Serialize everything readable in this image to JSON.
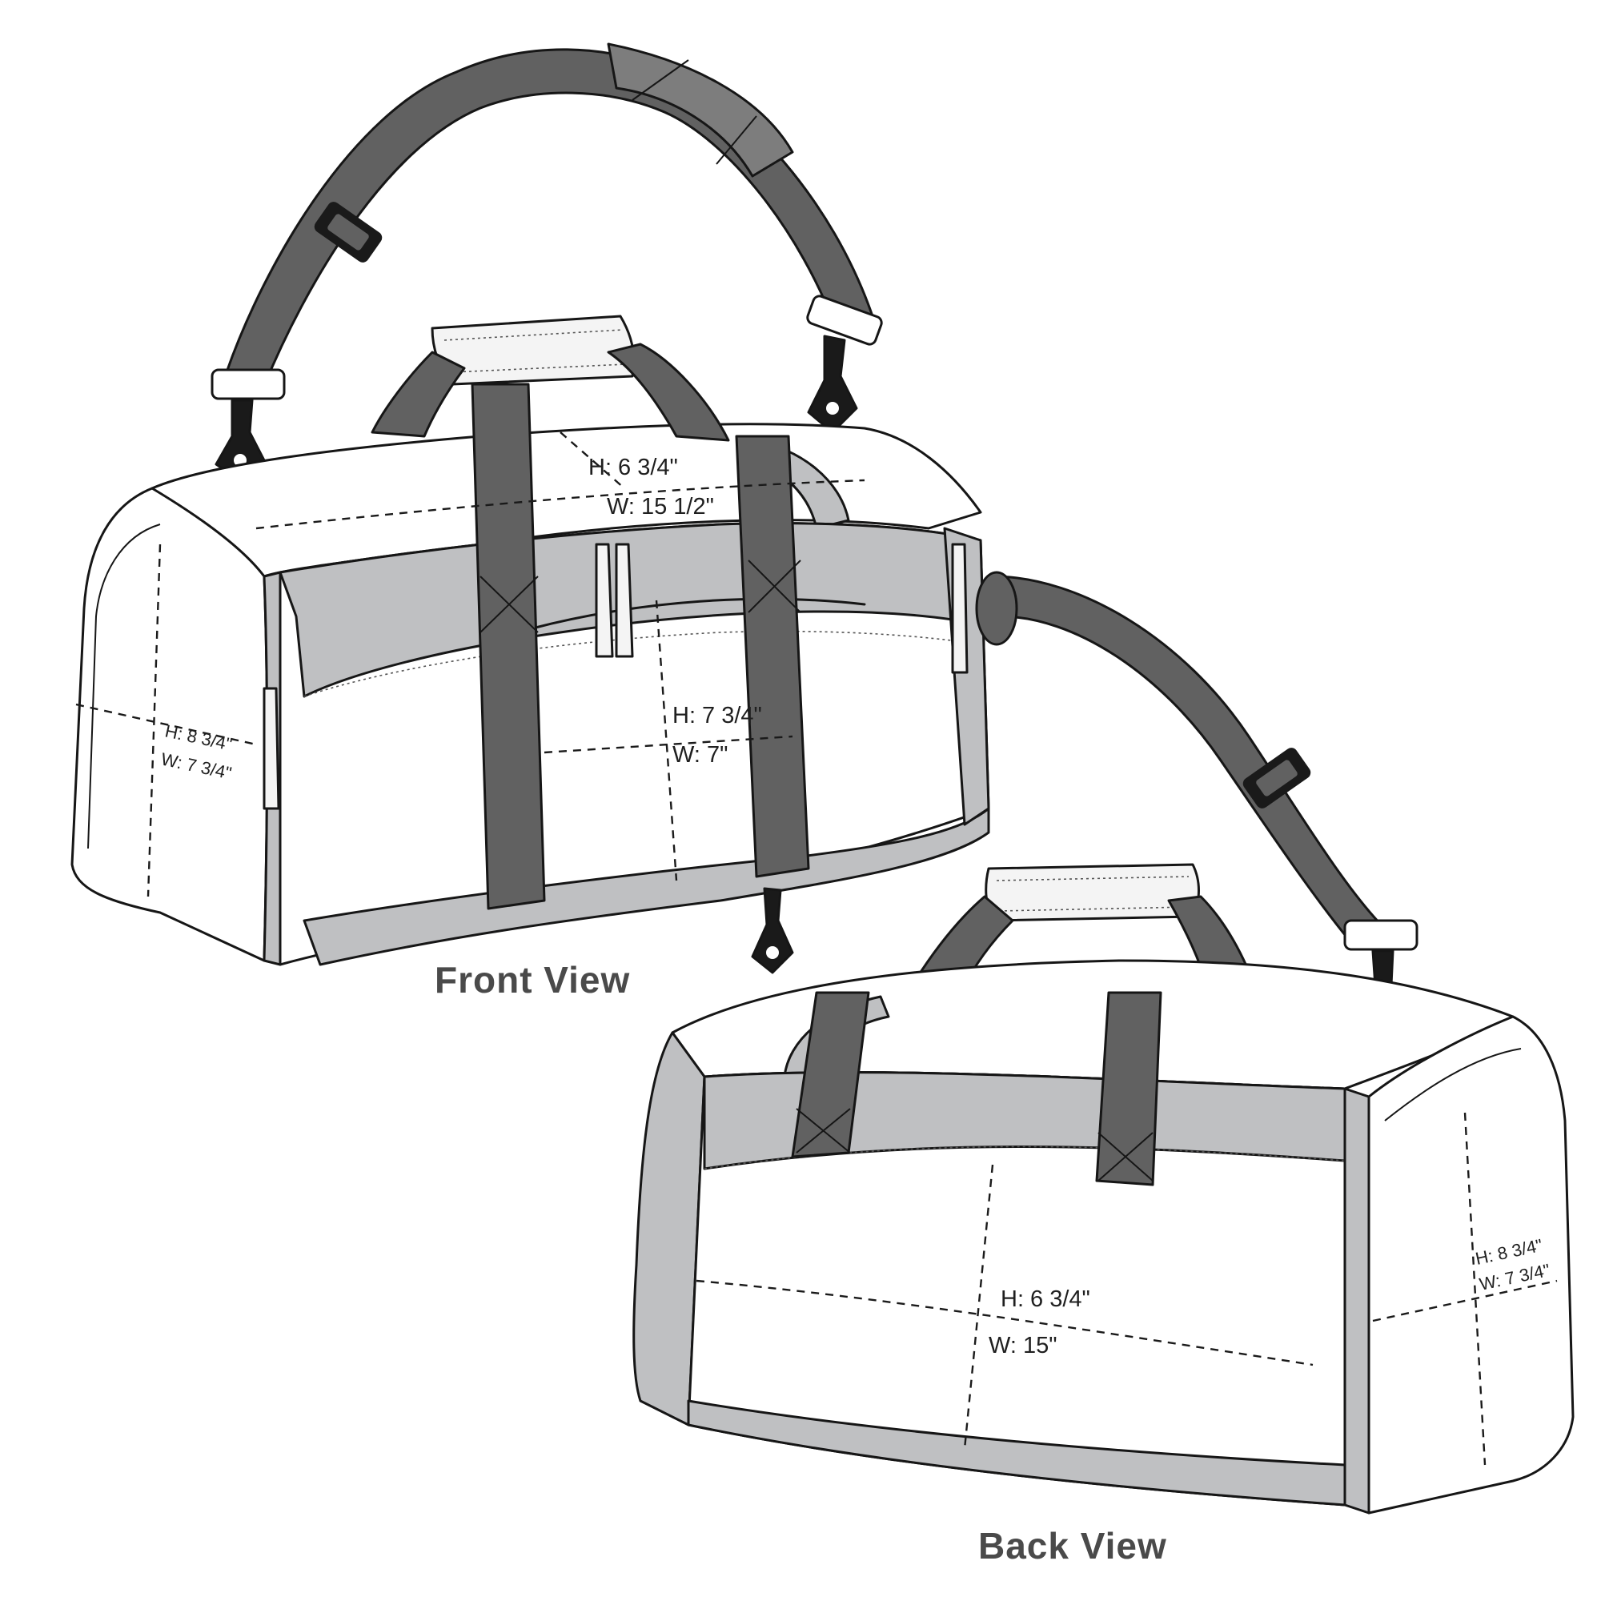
{
  "front_view": {
    "caption": "Front View",
    "top_height": "H: 6 3/4\"",
    "top_width": "W: 15 1/2\"",
    "pocket_height": "H: 7 3/4\"",
    "pocket_width": "W: 7\"",
    "end_height": "H: 8 3/4\"",
    "end_width": "W: 7 3/4\""
  },
  "back_view": {
    "caption": "Back View",
    "panel_height": "H: 6 3/4\"",
    "panel_width": "W: 15\"",
    "end_height": "H: 8 3/4\"",
    "end_width": "W: 7 3/4\""
  },
  "colors": {
    "strap": "#616161",
    "trim": "#bfc0c2",
    "body": "#ffffff",
    "handle_pad": "#f4f4f4",
    "caption": "#4a4a4a"
  }
}
